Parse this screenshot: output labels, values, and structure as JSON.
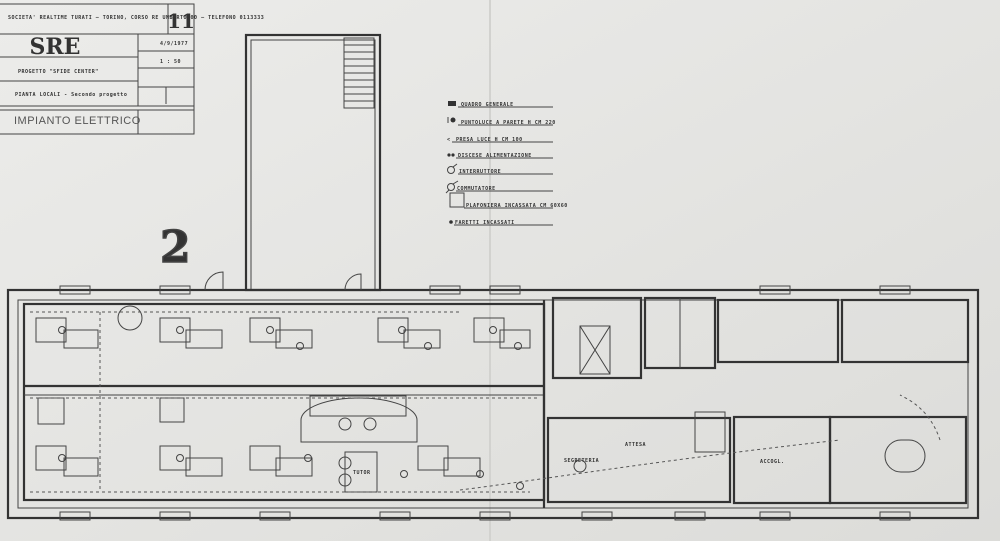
{
  "title_block": {
    "sheet_number": "11",
    "client": "SRE",
    "header_line": "SOCIETA' REALTIME TURATI — TORINO, CORSO RE UMBERTO 00 — TELEFONO 0113333",
    "project": "PROGETTO \"SFIDE CENTER\"",
    "drawing_note": "PIANTA LOCALI - Secondo progetto",
    "date": "4/9/1977",
    "scale": "1 : 50",
    "subject": "IMPIANTO ELETTRICO"
  },
  "floor_number": "2",
  "legend": [
    {
      "icon": "main-panel-icon",
      "label": "QUADRO GENERALE"
    },
    {
      "icon": "wall-light-icon",
      "label": "PUNTOLUCE A PARETE H CM 220"
    },
    {
      "icon": "socket-icon",
      "label": "PRESA LUCE H CM 100"
    },
    {
      "icon": "power-line-icon",
      "label": "DISCESE ALIMENTAZIONE"
    },
    {
      "icon": "switch-icon",
      "label": "INTERRUTTORE"
    },
    {
      "icon": "two-way-switch-icon",
      "label": "COMMUTATORE"
    },
    {
      "icon": "recessed-panel-icon",
      "label": "PLAFONIERA INCASSATA CM 60X60"
    },
    {
      "icon": "spotlight-icon",
      "label": "FARETTI INCASSATI"
    }
  ],
  "rooms": {
    "waiting": "ATTESA",
    "secretary": "SEGRETERIA",
    "reception": "ACCOGL.",
    "tutor": "TUTOR"
  }
}
